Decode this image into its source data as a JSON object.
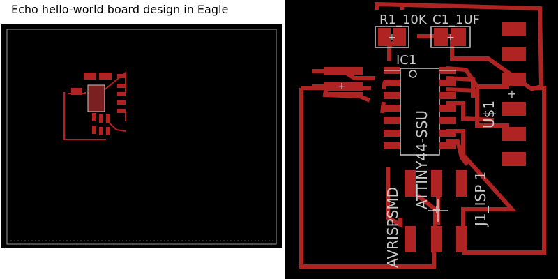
{
  "caption": "Echo hello-world board design in Eagle",
  "labels": {
    "r1": "R1_10K",
    "c1": "C1_1UF",
    "ic1": "IC1",
    "chip": "ATTINY44-SSU",
    "us1": "U$1",
    "isp": "J1_ISP 1",
    "avrispsmd": "AVRISPSMD"
  },
  "colors": {
    "background": "#000000",
    "copper": "#b02323",
    "silkscreen": "#c8c8c8",
    "origin_marker": "#ffffff"
  }
}
